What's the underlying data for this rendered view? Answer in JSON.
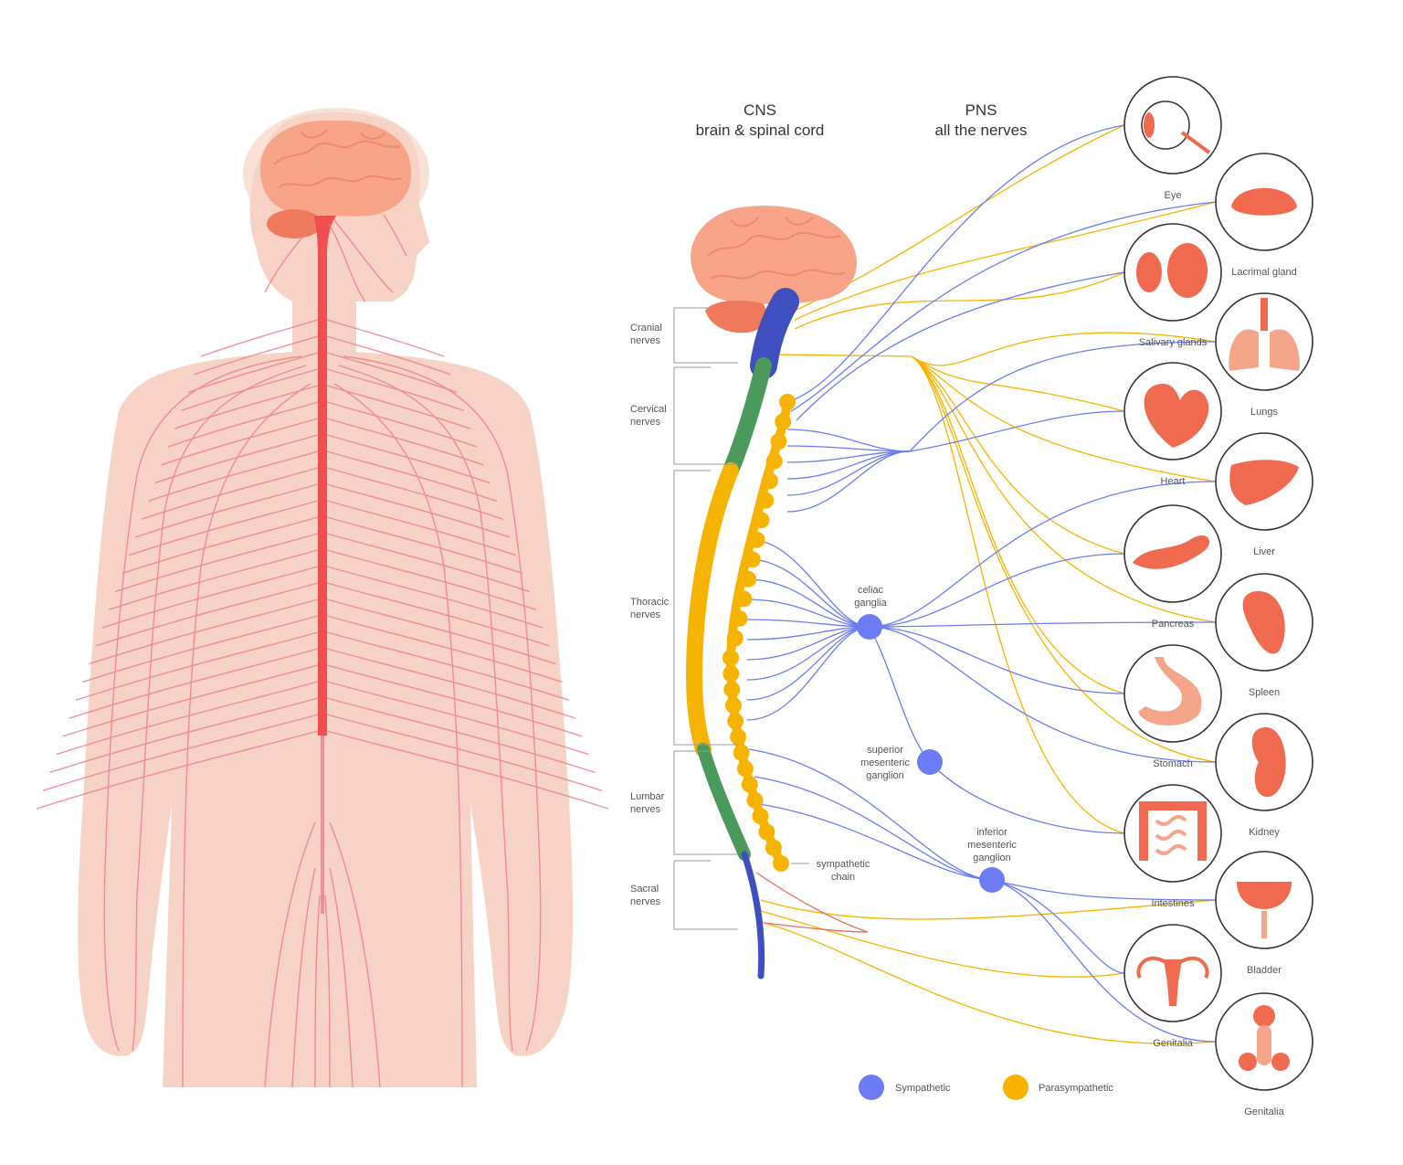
{
  "headers": {
    "cns_title": "CNS",
    "cns_subtitle": "brain & spinal cord",
    "pns_title": "PNS",
    "pns_subtitle": "all the nerves"
  },
  "nerve_groups": [
    {
      "line1": "Cranial",
      "line2": "nerves",
      "color": "#3f4fbf"
    },
    {
      "line1": "Cervical",
      "line2": "nerves",
      "color": "#4a9a5c"
    },
    {
      "line1": "Thoracic",
      "line2": "nerves",
      "color": "#f6b400"
    },
    {
      "line1": "Lumbar",
      "line2": "nerves",
      "color": "#4a9a5c"
    },
    {
      "line1": "Sacral",
      "line2": "nerves",
      "color": "#3f4fbf"
    }
  ],
  "ganglia": {
    "celiac": [
      "celiac",
      "ganglia"
    ],
    "superior_mesenteric": [
      "superior",
      "mesenteric",
      "ganglion"
    ],
    "inferior_mesenteric": [
      "inferior",
      "mesenteric",
      "ganglion"
    ],
    "sympathetic_chain": [
      "sympathetic",
      "chain"
    ]
  },
  "organs": [
    {
      "name": "Eye",
      "icon": "eye-icon"
    },
    {
      "name": "Lacrimal gland",
      "icon": "lacrimal-gland-icon"
    },
    {
      "name": "Salivary glands",
      "icon": "salivary-glands-icon"
    },
    {
      "name": "Lungs",
      "icon": "lungs-icon"
    },
    {
      "name": "Heart",
      "icon": "heart-icon"
    },
    {
      "name": "Liver",
      "icon": "liver-icon"
    },
    {
      "name": "Pancreas",
      "icon": "pancreas-icon"
    },
    {
      "name": "Spleen",
      "icon": "spleen-icon"
    },
    {
      "name": "Stomach",
      "icon": "stomach-icon"
    },
    {
      "name": "Kidney",
      "icon": "kidney-icon"
    },
    {
      "name": "Intestines",
      "icon": "intestines-icon"
    },
    {
      "name": "Bladder",
      "icon": "bladder-icon"
    },
    {
      "name": "Genitalia",
      "icon": "female-genitalia-icon"
    },
    {
      "name": "Genitalia",
      "icon": "male-genitalia-icon"
    }
  ],
  "legend": {
    "sympathetic": "Sympathetic",
    "parasympathetic": "Parasympathetic"
  },
  "colors": {
    "sympathetic": "#6b7cf5",
    "parasympathetic": "#f6b400",
    "skin": "#f6d3c5",
    "skin_outline": "#f9e1d6",
    "nerve": "#ef7f8c",
    "spinal_cord": "#ef4f4f",
    "brain": "#f7a488",
    "cerebellum": "#ef7a5e",
    "organ_fill": "#ef6a4f"
  }
}
